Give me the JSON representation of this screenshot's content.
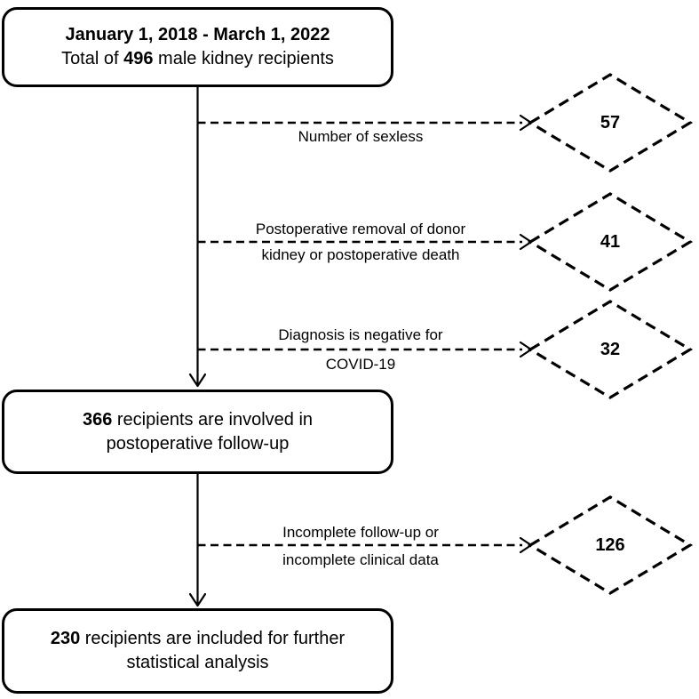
{
  "colors": {
    "stroke": "#000000",
    "background": "#ffffff"
  },
  "flowchart": {
    "boxes": {
      "initial": {
        "line1": "January 1, 2018 - March 1, 2022",
        "line2_parts": {
          "pre": "Total of ",
          "bold": "496",
          "post": " male kidney recipients"
        }
      },
      "followup": {
        "line1_parts": {
          "bold": "366",
          "post": " recipients are involved in"
        },
        "line2": "postoperative follow-up"
      },
      "final": {
        "line1_parts": {
          "bold": "230",
          "post": " recipients are included for further"
        },
        "line2": "statistical analysis"
      }
    },
    "branches": [
      {
        "label_above": "",
        "label_below": "Number of sexless",
        "value": "57"
      },
      {
        "label_above": "Postoperative removal of donor",
        "label_below": "kidney or postoperative death",
        "value": "41"
      },
      {
        "label_above": "Diagnosis is negative for",
        "label_below": "COVID-19",
        "value": "32"
      },
      {
        "label_above": "Incomplete follow-up or",
        "label_below": "incomplete clinical data",
        "value": "126"
      }
    ]
  }
}
